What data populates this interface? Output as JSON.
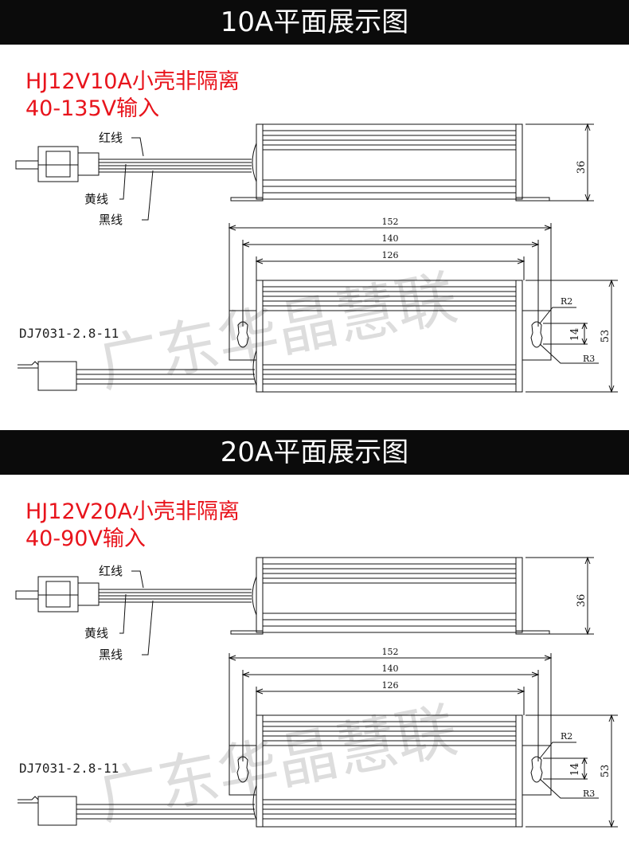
{
  "sections": [
    {
      "title": "10A平面展示图",
      "model": "HJ12V10A小壳非隔离",
      "input": "40-135V输入",
      "labels": {
        "red_wire": "红线",
        "yellow_wire": "黄线",
        "black_wire": "黑线",
        "part_number": "DJ7031-2.8-11",
        "height_side": "36",
        "length_total": "152",
        "length_mid": "140",
        "length_inner": "126",
        "slot_radius_top": "R2",
        "slot_radius_bottom": "R3",
        "slot_length": "14",
        "width": "53",
        "watermark": "广东华晶慧联"
      }
    },
    {
      "title": "20A平面展示图",
      "model": "HJ12V20A小壳非隔离",
      "input": "40-90V输入",
      "labels": {
        "red_wire": "红线",
        "yellow_wire": "黄线",
        "black_wire": "黑线",
        "part_number": "DJ7031-2.8-11",
        "height_side": "36",
        "length_total": "152",
        "length_mid": "140",
        "length_inner": "126",
        "slot_radius_top": "R2",
        "slot_radius_bottom": "R3",
        "slot_length": "14",
        "width": "53",
        "watermark": "广东华晶慧联"
      }
    }
  ],
  "colors": {
    "header_bg": "#0b0b0b",
    "header_text": "#ffffff",
    "model_text": "#e8141c",
    "line": "#111111",
    "watermark": "#b4b4b4"
  }
}
